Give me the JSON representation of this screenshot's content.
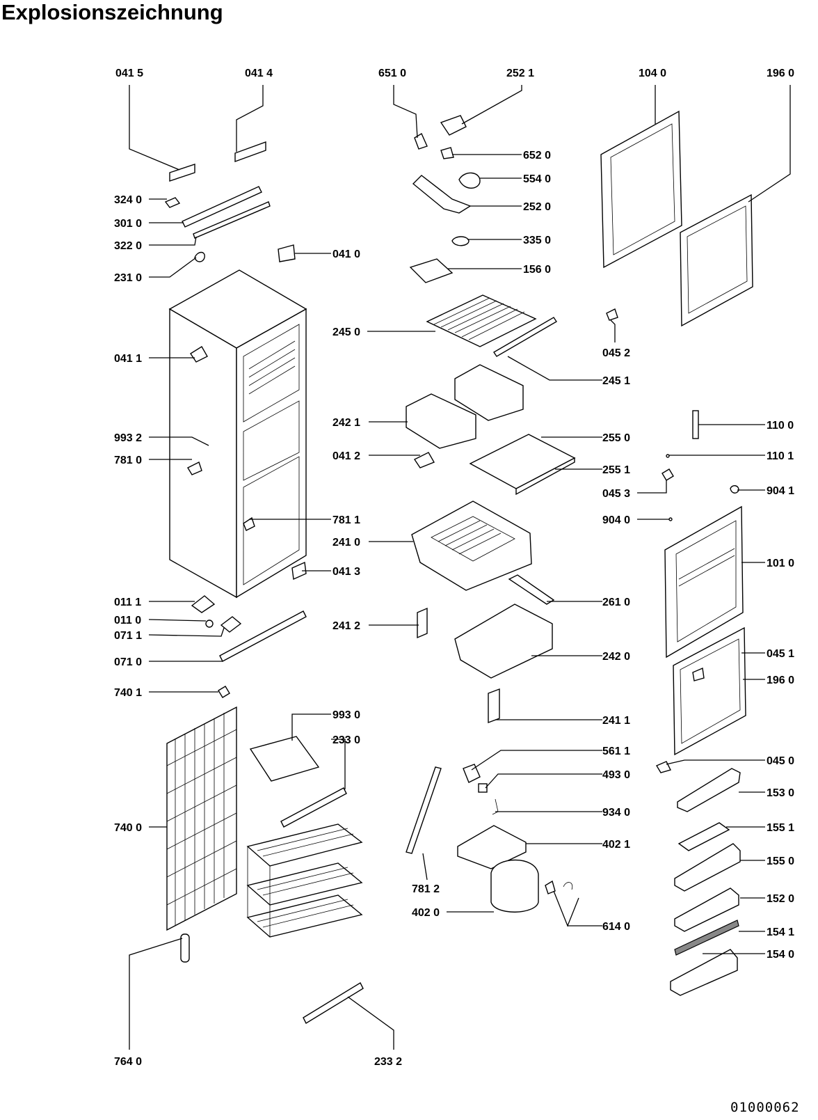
{
  "title": "Explosionszeichnung",
  "document_number": "01000062",
  "labels": [
    {
      "id": "0415",
      "text": "041 5"
    },
    {
      "id": "0414",
      "text": "041  4"
    },
    {
      "id": "6510",
      "text": "651 0"
    },
    {
      "id": "2521",
      "text": "252  1"
    },
    {
      "id": "1040",
      "text": "104 0"
    },
    {
      "id": "1960a",
      "text": "196 0"
    },
    {
      "id": "6520",
      "text": "652 0"
    },
    {
      "id": "5540",
      "text": "554 0"
    },
    {
      "id": "3240",
      "text": "324 0"
    },
    {
      "id": "2520",
      "text": "252 0"
    },
    {
      "id": "3010",
      "text": "301 0"
    },
    {
      "id": "3220",
      "text": "322 0"
    },
    {
      "id": "3350",
      "text": "335 0"
    },
    {
      "id": "0410",
      "text": "041 0"
    },
    {
      "id": "2310",
      "text": "231 0"
    },
    {
      "id": "1560",
      "text": "156 0"
    },
    {
      "id": "2450",
      "text": "245 0"
    },
    {
      "id": "0452",
      "text": "045 2"
    },
    {
      "id": "0411",
      "text": "041 1"
    },
    {
      "id": "2451",
      "text": "245 1"
    },
    {
      "id": "2421",
      "text": "242 1"
    },
    {
      "id": "1100",
      "text": "110 0"
    },
    {
      "id": "9932",
      "text": "993 2"
    },
    {
      "id": "2550",
      "text": "255 0"
    },
    {
      "id": "0412",
      "text": "041 2"
    },
    {
      "id": "1101",
      "text": "110 1"
    },
    {
      "id": "7810",
      "text": "781 0"
    },
    {
      "id": "2551",
      "text": "255 1"
    },
    {
      "id": "0453",
      "text": "045 3"
    },
    {
      "id": "9041",
      "text": "904 1"
    },
    {
      "id": "7811",
      "text": "781 1"
    },
    {
      "id": "9040",
      "text": "904 0"
    },
    {
      "id": "2410",
      "text": "241 0"
    },
    {
      "id": "1010",
      "text": "101 0"
    },
    {
      "id": "0413",
      "text": "041 3"
    },
    {
      "id": "0111",
      "text": "011 1"
    },
    {
      "id": "2610",
      "text": "261 0"
    },
    {
      "id": "0110",
      "text": "011 0"
    },
    {
      "id": "0711",
      "text": "071 1"
    },
    {
      "id": "2412",
      "text": "241 2"
    },
    {
      "id": "0451",
      "text": "045 1"
    },
    {
      "id": "0710",
      "text": "071 0"
    },
    {
      "id": "2420",
      "text": "242 0"
    },
    {
      "id": "1960b",
      "text": "196 0"
    },
    {
      "id": "7401",
      "text": "740 1"
    },
    {
      "id": "9930",
      "text": "993 0"
    },
    {
      "id": "2411",
      "text": "241 1"
    },
    {
      "id": "2330",
      "text": "233 0"
    },
    {
      "id": "5611",
      "text": "561 1"
    },
    {
      "id": "0450",
      "text": "045 0"
    },
    {
      "id": "4930",
      "text": "493 0"
    },
    {
      "id": "1530",
      "text": "153 0"
    },
    {
      "id": "9340",
      "text": "934 0"
    },
    {
      "id": "7400",
      "text": "740 0"
    },
    {
      "id": "4021",
      "text": "402 1"
    },
    {
      "id": "1551",
      "text": "155 1"
    },
    {
      "id": "1550",
      "text": "155 0"
    },
    {
      "id": "7812",
      "text": "781 2"
    },
    {
      "id": "1520",
      "text": "152 0"
    },
    {
      "id": "4020",
      "text": "402 0"
    },
    {
      "id": "6140",
      "text": "614 0"
    },
    {
      "id": "1541",
      "text": "154 1"
    },
    {
      "id": "1540",
      "text": "154 0"
    },
    {
      "id": "7640",
      "text": "764 0"
    },
    {
      "id": "2332",
      "text": "233  2"
    }
  ]
}
